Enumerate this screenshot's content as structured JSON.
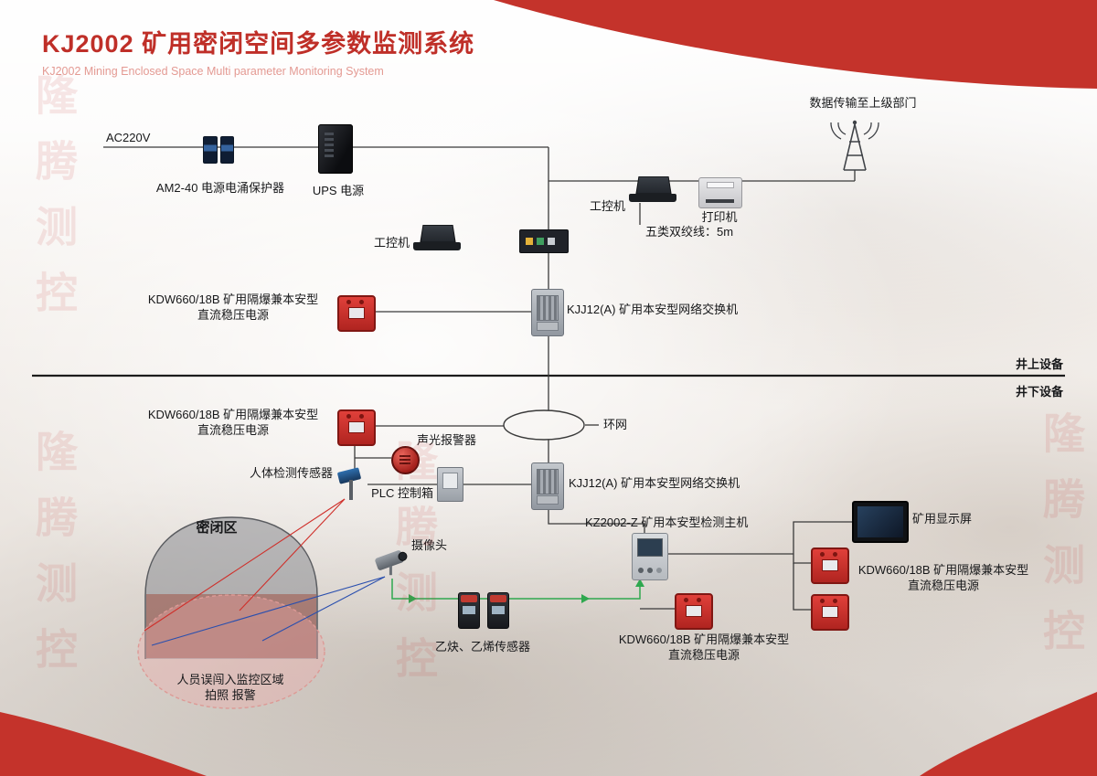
{
  "header": {
    "title": "KJ2002 矿用密闭空间多参数监测系统",
    "subtitle": "KJ2002 Mining Enclosed Space Multi parameter Monitoring System"
  },
  "zones": {
    "surface": "井上设备",
    "underground": "井下设备"
  },
  "watermark": "隆腾测控",
  "nodes": {
    "ac220v": "AC220V",
    "surge_protector": "AM2-40 电源电涌保护器",
    "ups": "UPS 电源",
    "uplink": "数据传输至上级部门",
    "ipc_top": "工控机",
    "printer": "打印机",
    "ipc_left": "工控机",
    "cat5_note": "五类双绞线：5m",
    "kdw_top_l1": "KDW660/18B 矿用隔爆兼本安型",
    "kdw_top_l2": "直流稳压电源",
    "switch_top": "KJJ12(A) 矿用本安型网络交换机",
    "ring_net": "环网",
    "kdw_mid_l1": "KDW660/18B 矿用隔爆兼本安型",
    "kdw_mid_l2": "直流稳压电源",
    "alarm": "声光报警器",
    "human_sensor": "人体检测传感器",
    "plc": "PLC 控制箱",
    "switch_bottom": "KJJ12(A) 矿用本安型网络交换机",
    "enclosed_zone": "密闭区",
    "camera": "摄像头",
    "host": "KZ2002-Z 矿用本安型检测主机",
    "display": "矿用显示屏",
    "kdw_right_l1": "KDW660/18B 矿用隔爆兼本安型",
    "kdw_right_l2": "直流稳压电源",
    "gas_sensors": "乙炔、乙烯传感器",
    "kdw_bottom_l1": "KDW660/18B 矿用隔爆兼本安型",
    "kdw_bottom_l2": "直流稳压电源",
    "intrusion_l1": "人员误闯入监控区域",
    "intrusion_l2": "拍照 报警"
  },
  "colors": {
    "accent_red": "#c4332b",
    "device_red": "#d0312d",
    "line": "#3a3a3a",
    "flow_green": "#2fa84f",
    "beam_red": "#cf2f2a",
    "beam_blue": "#2a4fae"
  }
}
